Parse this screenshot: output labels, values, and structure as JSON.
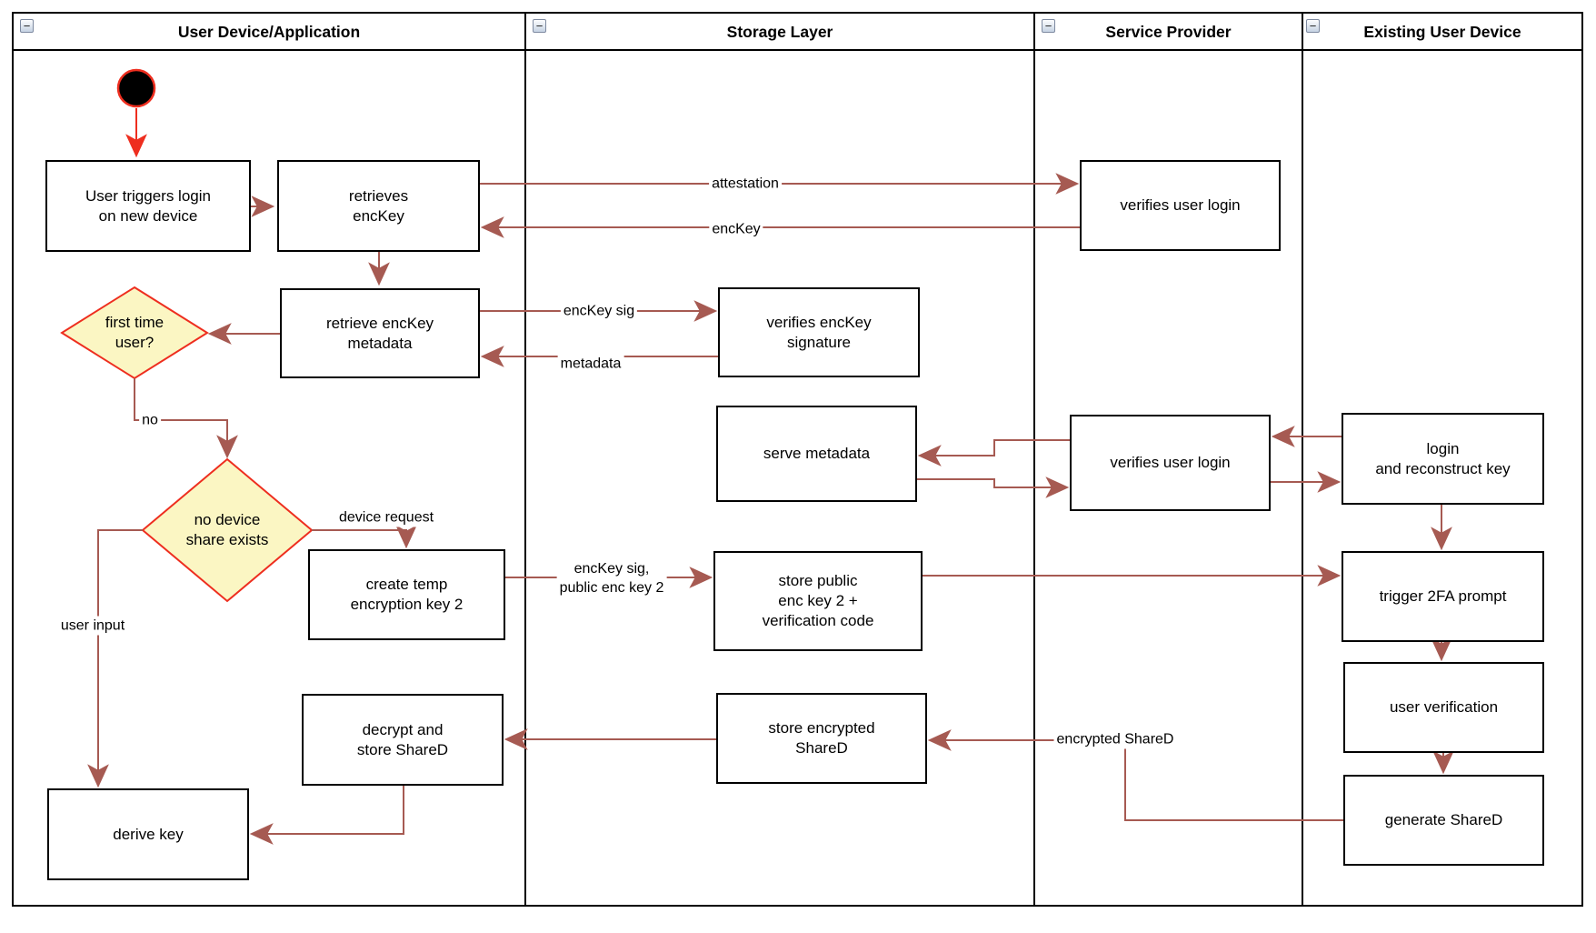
{
  "diagram": {
    "lanes": [
      {
        "title": "User Device/Application"
      },
      {
        "title": "Storage Layer"
      },
      {
        "title": "Service Provider"
      },
      {
        "title": "Existing User Device"
      }
    ],
    "nodes": {
      "user_triggers": "User triggers login\non new device",
      "retrieves_enckey": "retrieves\nencKey",
      "retrieve_metadata": "retrieve encKey\nmetadata",
      "first_time_user": "first time\nuser?",
      "no_device_share": "no device\nshare exists",
      "create_temp": "create temp\nencryption key 2",
      "decrypt_store": "decrypt and\nstore ShareD",
      "derive_key": "derive key",
      "verifies_signature": "verifies encKey\nsignature",
      "serve_metadata": "serve metadata",
      "store_public": "store public\nenc key 2 +\nverification code",
      "store_encrypted": "store encrypted\nShareD",
      "verifies_login_top": "verifies user login",
      "verifies_login_mid": "verifies user login",
      "login_reconstruct": "login\nand reconstruct key",
      "trigger_2fa": "trigger 2FA prompt",
      "user_verification": "user verification",
      "generate_shared": "generate ShareD"
    },
    "edge_labels": {
      "attestation": "attestation",
      "enckey": "encKey",
      "enckey_sig": "encKey sig",
      "metadata": "metadata",
      "no": "no",
      "device_request": "device request",
      "enckey_sig_public": "encKey sig,\npublic enc key 2",
      "user_input": "user input",
      "encrypted_shared": "encrypted ShareD"
    },
    "icons": {
      "collapse_glyph": "−"
    },
    "colors": {
      "edge": "#A65A52",
      "accent_red": "#EE2E1F",
      "diamond_fill": "#FBF6C3",
      "node_border": "#000000",
      "node_fill": "#FFFFFF",
      "lane_border": "#000000"
    }
  }
}
